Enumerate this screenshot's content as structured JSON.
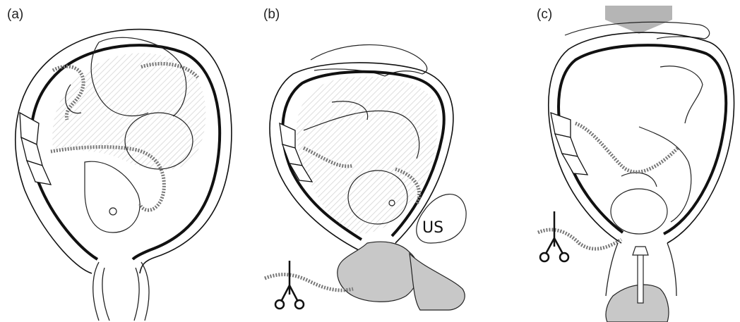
{
  "panels": [
    {
      "id": "a",
      "label": "(a)"
    },
    {
      "id": "b",
      "label": "(b)",
      "annotation": "US"
    },
    {
      "id": "c",
      "label": "(c)"
    }
  ],
  "colors": {
    "line": "#111111",
    "hatch": "#c9c9c9",
    "hand": "#c8c8c8",
    "background": "#ffffff"
  },
  "icons": [
    "umbilical-clamp-icon",
    "ultrasound-probe-icon",
    "pressure-arrow-icon"
  ]
}
